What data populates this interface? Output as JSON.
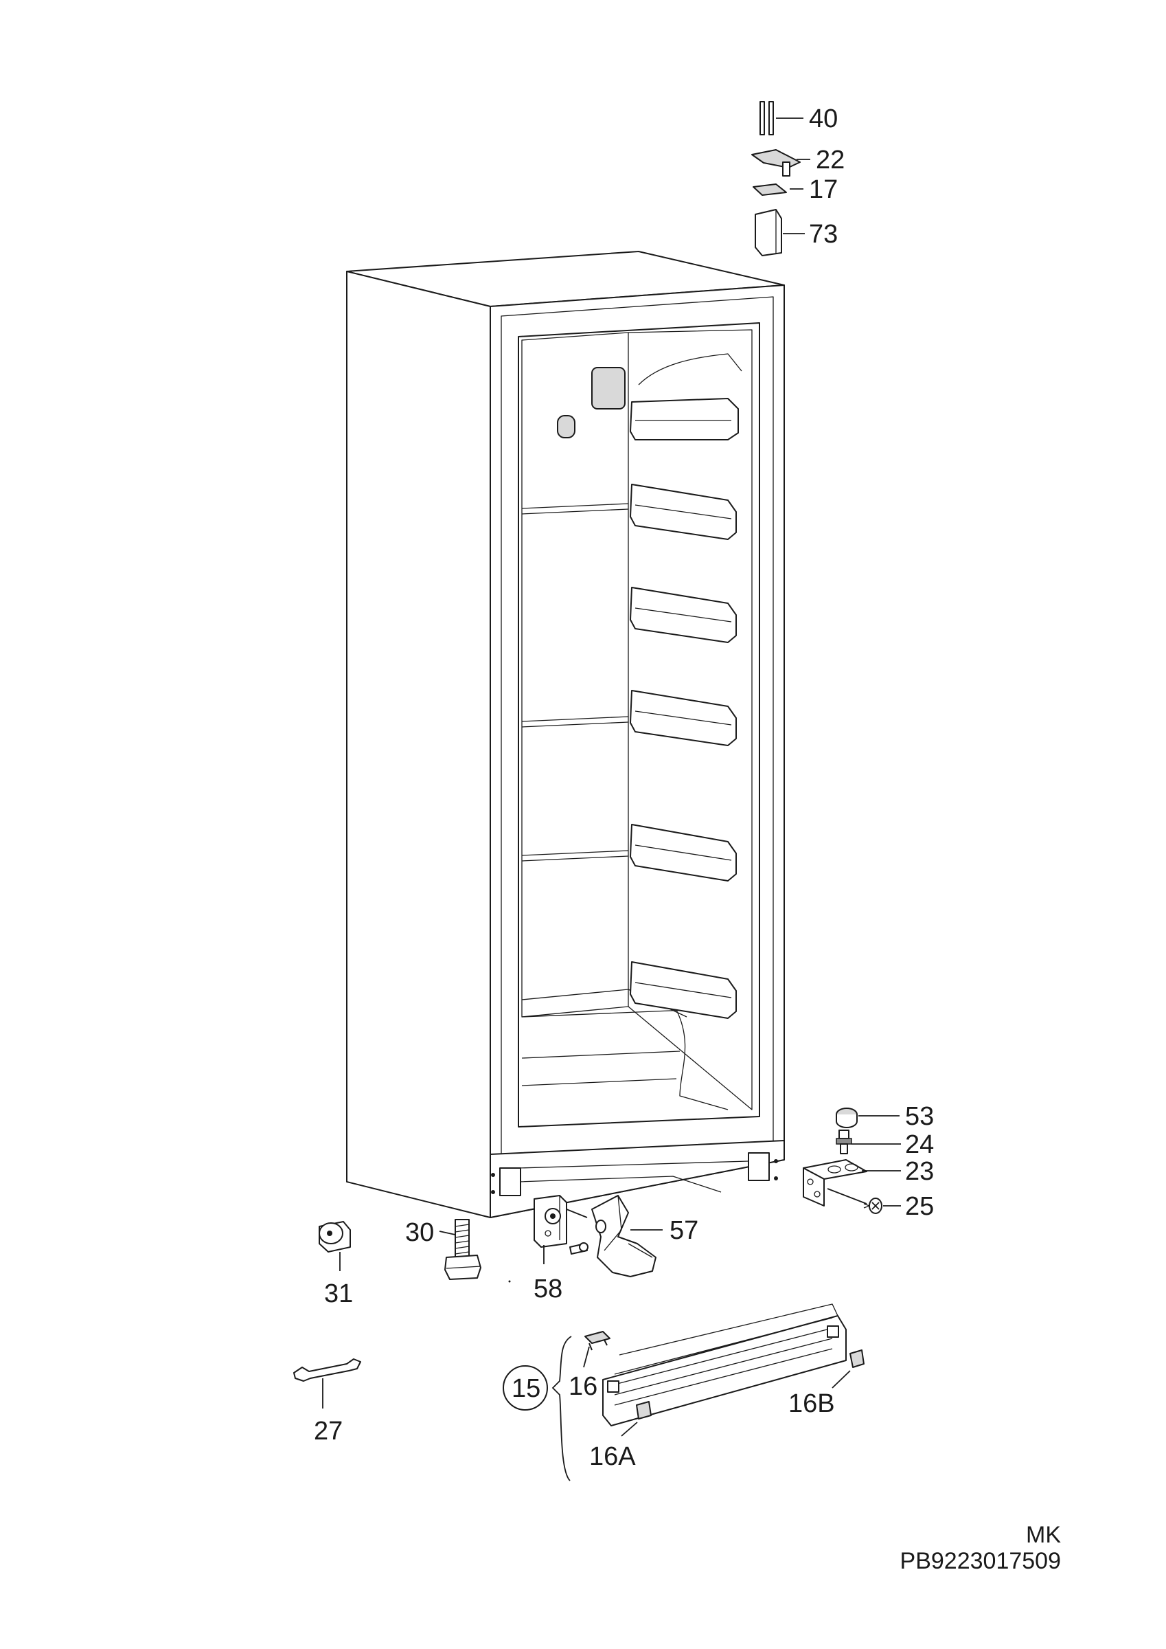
{
  "parts": [
    {
      "id": "p40",
      "label": "40"
    },
    {
      "id": "p22",
      "label": "22"
    },
    {
      "id": "p17",
      "label": "17"
    },
    {
      "id": "p73",
      "label": "73"
    },
    {
      "id": "p53",
      "label": "53"
    },
    {
      "id": "p24",
      "label": "24"
    },
    {
      "id": "p23",
      "label": "23"
    },
    {
      "id": "p25",
      "label": "25"
    },
    {
      "id": "p30",
      "label": "30"
    },
    {
      "id": "p57",
      "label": "57"
    },
    {
      "id": "p31",
      "label": "31"
    },
    {
      "id": "p58",
      "label": "58"
    },
    {
      "id": "p15",
      "label": "15"
    },
    {
      "id": "p16",
      "label": "16"
    },
    {
      "id": "p16B",
      "label": "16B"
    },
    {
      "id": "p16A",
      "label": "16A"
    },
    {
      "id": "p27",
      "label": "27"
    }
  ],
  "footer": {
    "line1": "MK",
    "line2": "PB9223017509"
  }
}
